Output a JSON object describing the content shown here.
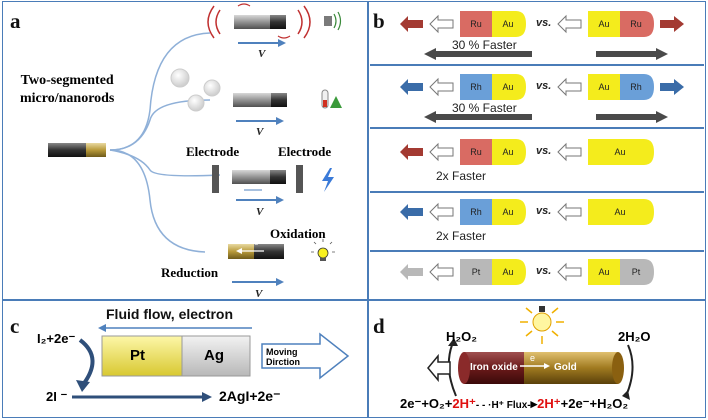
{
  "panel_a": {
    "label": "a",
    "rod_title": "Two-segmented\nmicro/nanorods",
    "velocity_symbol": "V",
    "electrode_left": "Electrode",
    "electrode_right": "Electrode",
    "oxidation": "Oxidation",
    "reduction": "Reduction",
    "electron_symbol": "e"
  },
  "panel_b": {
    "label": "b",
    "vs": "vs.",
    "rows": [
      {
        "left": [
          "Ru",
          "Au"
        ],
        "right": [
          "Au",
          "Ru"
        ],
        "caption": "30 % Faster",
        "color": "#d96b63",
        "arrow": "#a33a32"
      },
      {
        "left": [
          "Rh",
          "Au"
        ],
        "right": [
          "Au",
          "Rh"
        ],
        "caption": "30 % Faster",
        "color": "#6a9fd8",
        "arrow": "#3a6ca8"
      },
      {
        "left": [
          "Ru",
          "Au"
        ],
        "right": [
          "Au"
        ],
        "caption": "2x  Faster",
        "color": "#d96b63",
        "arrow": "#a33a32"
      },
      {
        "left": [
          "Rh",
          "Au"
        ],
        "right": [
          "Au"
        ],
        "caption": "2x Faster",
        "color": "#6a9fd8",
        "arrow": "#3a6ca8"
      },
      {
        "left": [
          "Pt",
          "Au"
        ],
        "right": [
          "Au",
          "Pt"
        ],
        "caption": "",
        "color": "#b8b8b8",
        "arrow": "#b8b8b8"
      }
    ],
    "gold_color": "#f4ec1c"
  },
  "panel_c": {
    "label": "c",
    "flow_label": "Fluid flow, electron",
    "reaction_left_top": "I₂+2e⁻",
    "reaction_left_bottom": "2I ⁻",
    "reaction_right": "2AgI+2e⁻",
    "segment_pt": "Pt",
    "segment_ag": "Ag",
    "moving_label": "Moving\nDirction"
  },
  "panel_d": {
    "label": "d",
    "h2o2_left": "H₂O₂",
    "h2o_right": "2H₂O",
    "iron_oxide": "Iron oxide",
    "gold": "Gold",
    "electron": "e",
    "eq_part1": "2e⁻+O₂+",
    "eq_h1": "2H⁺",
    "eq_flux": "- - ·H⁺ Flux-",
    "eq_h2": "2H⁺",
    "eq_part2": "+2e⁻+H₂O₂"
  }
}
